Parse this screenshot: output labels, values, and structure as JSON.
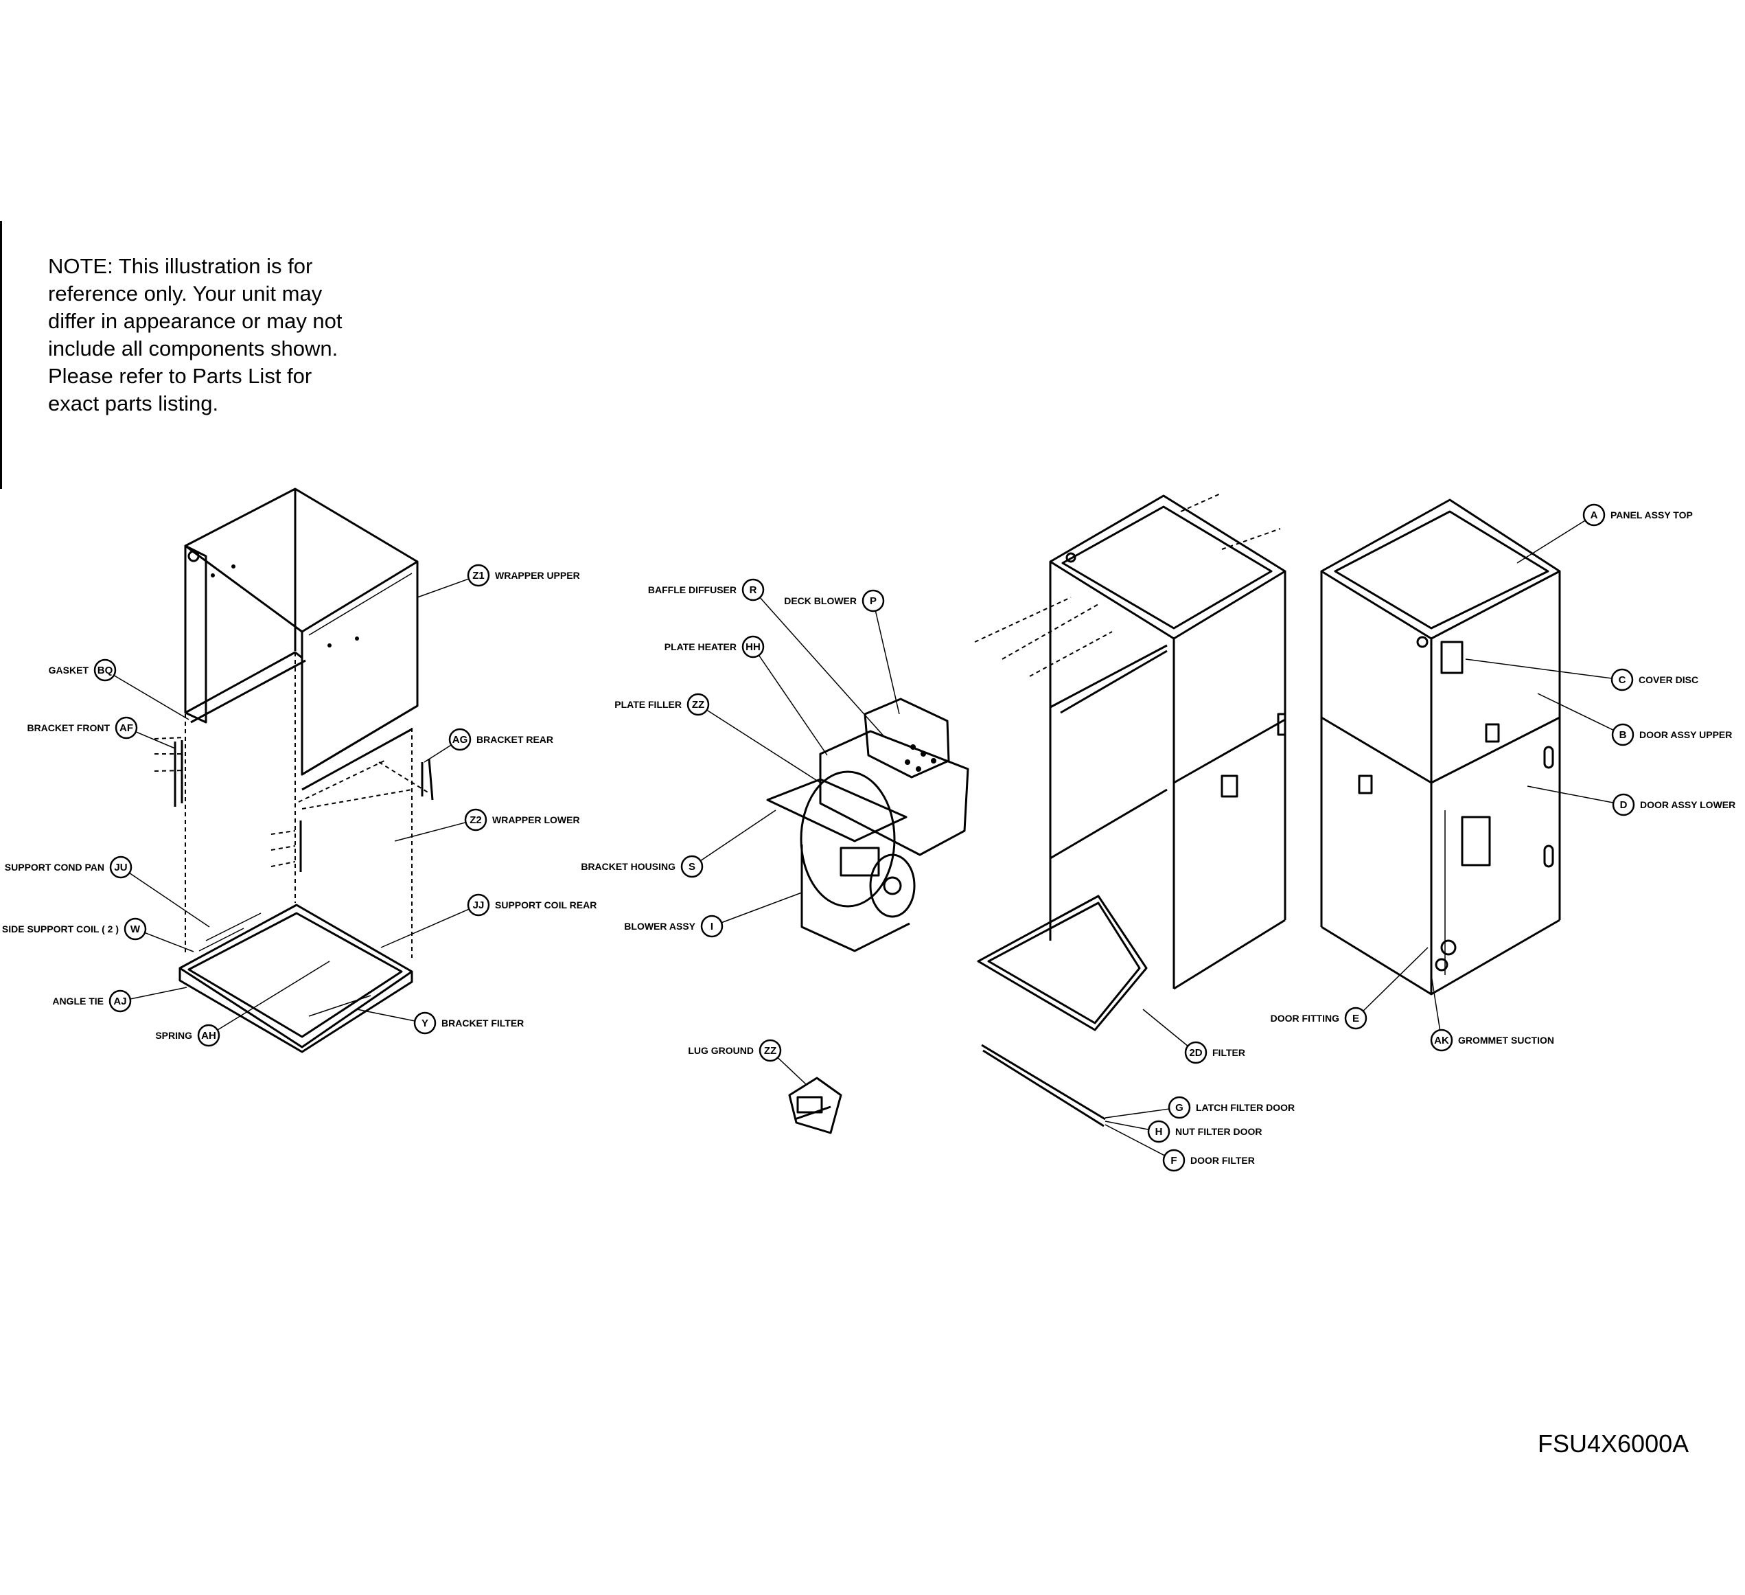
{
  "note": {
    "lines": [
      "NOTE: This illustration is for",
      "reference only.  Your unit may",
      "differ in appearance or may not",
      "include all components shown.",
      "Please refer to Parts List for",
      "exact parts listing."
    ]
  },
  "diagram_code": "FSU4X6000A",
  "callouts": [
    {
      "id": "z1",
      "code": "Z1",
      "label": "WRAPPER UPPER"
    },
    {
      "id": "bq",
      "code": "BQ",
      "label": "GASKET"
    },
    {
      "id": "af",
      "code": "AF",
      "label": "BRACKET FRONT"
    },
    {
      "id": "ag",
      "code": "AG",
      "label": "BRACKET REAR"
    },
    {
      "id": "z2",
      "code": "Z2",
      "label": "WRAPPER LOWER"
    },
    {
      "id": "ju",
      "code": "JU",
      "label": "SUPPORT COND PAN"
    },
    {
      "id": "jj",
      "code": "JJ",
      "label": "SUPPORT COIL REAR"
    },
    {
      "id": "w",
      "code": "W",
      "label": "SIDE SUPPORT COIL ( 2 )"
    },
    {
      "id": "aj",
      "code": "AJ",
      "label": "ANGLE TIE"
    },
    {
      "id": "ah",
      "code": "AH",
      "label": "SPRING"
    },
    {
      "id": "y",
      "code": "Y",
      "label": "BRACKET FILTER"
    },
    {
      "id": "r",
      "code": "R",
      "label": "BAFFLE DIFFUSER"
    },
    {
      "id": "p",
      "code": "P",
      "label": "DECK BLOWER"
    },
    {
      "id": "hh",
      "code": "HH",
      "label": "PLATE HEATER"
    },
    {
      "id": "zz",
      "code": "ZZ",
      "label": "PLATE FILLER"
    },
    {
      "id": "s",
      "code": "S",
      "label": "BRACKET HOUSING"
    },
    {
      "id": "i",
      "code": "I",
      "label": "BLOWER ASSY"
    },
    {
      "id": "lug",
      "code": "ZZ",
      "label": "LUG GROUND"
    },
    {
      "id": "a",
      "code": "A",
      "label": "PANEL ASSY TOP"
    },
    {
      "id": "c",
      "code": "C",
      "label": "COVER DISC"
    },
    {
      "id": "b",
      "code": "B",
      "label": "DOOR ASSY UPPER"
    },
    {
      "id": "d",
      "code": "D",
      "label": "DOOR ASSY LOWER"
    },
    {
      "id": "e",
      "code": "E",
      "label": "DOOR FITTING"
    },
    {
      "id": "ak",
      "code": "AK",
      "label": "GROMMET SUCTION"
    },
    {
      "id": "2d",
      "code": "2D",
      "label": "FILTER"
    },
    {
      "id": "g",
      "code": "G",
      "label": "LATCH FILTER DOOR"
    },
    {
      "id": "h",
      "code": "H",
      "label": "NUT FILTER DOOR"
    },
    {
      "id": "f",
      "code": "F",
      "label": "DOOR FILTER"
    }
  ]
}
